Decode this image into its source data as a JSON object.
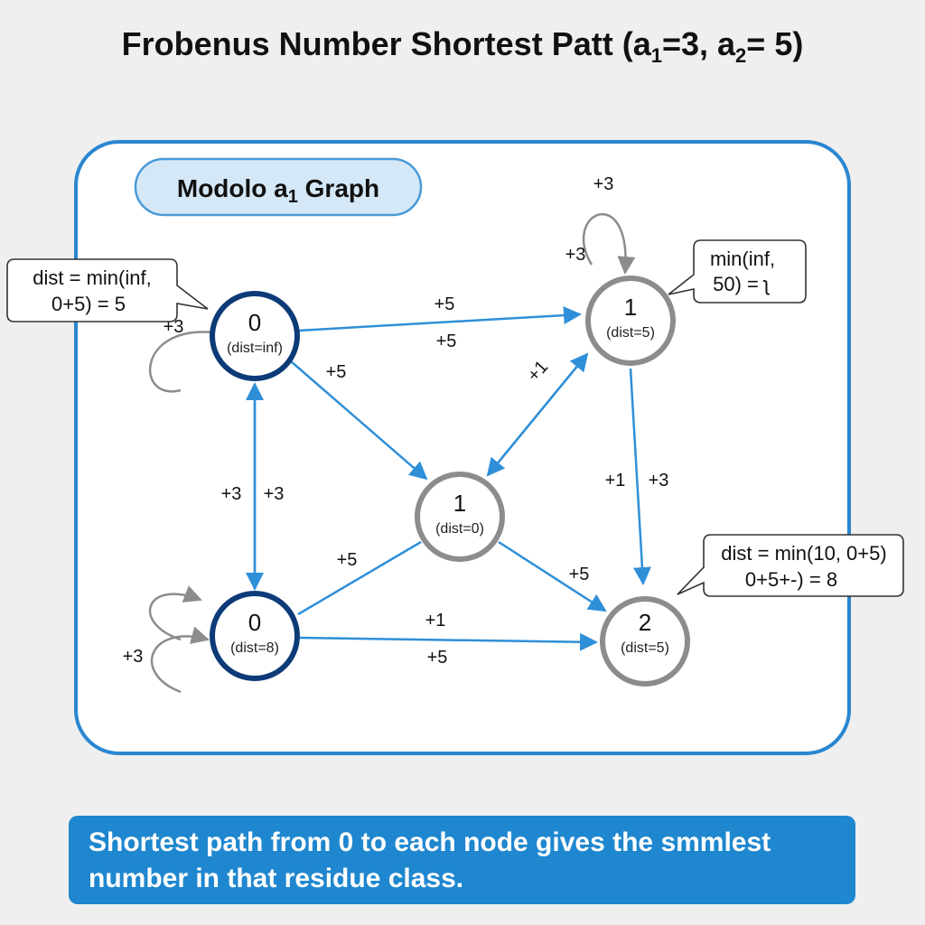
{
  "title": {
    "main": "Frobenus Number Shortest Patt (a",
    "sub1": "1",
    "mid": "=3, a",
    "sub2": "2",
    "end": "= 5)"
  },
  "graph_label": {
    "main": "Modolo a",
    "sub": "1",
    "end": " Graph"
  },
  "nodes": [
    {
      "id": "n0_top",
      "label": "0",
      "sub": "(dist=inf)",
      "color": "#0d3b78"
    },
    {
      "id": "n1_top",
      "label": "1",
      "sub": "(dist=5)",
      "color": "#8c8c8c"
    },
    {
      "id": "n1_mid",
      "label": "1",
      "sub": "(dist=0)",
      "color": "#8c8c8c"
    },
    {
      "id": "n0_bot",
      "label": "0",
      "sub": "(dist=8)",
      "color": "#0d3b78"
    },
    {
      "id": "n2_bot",
      "label": "2",
      "sub": "(dist=5)",
      "color": "#8c8c8c"
    }
  ],
  "edge_labels": {
    "top_a": "+5",
    "top_b": "+5",
    "diag_left": "+5",
    "diag_right": "+1",
    "left_a": "+3",
    "left_b": "+3",
    "right_a": "+1",
    "right_b": "+3",
    "mid_left": "+5",
    "mid_right": "+5",
    "bot_a": "+1",
    "bot_b": "+5",
    "loop_top_a": "+3",
    "loop_top_b": "+3",
    "loop_left": "+3",
    "loop_bot": "+3"
  },
  "callouts": {
    "left": {
      "line1": "dist = min(inf,",
      "line2": "0+5) = 5"
    },
    "top_right": {
      "line1": "min(inf,",
      "line2": "50) = ʅ"
    },
    "bottom_right": {
      "line1": "dist = min(10, 0+5)",
      "line2": "0+5+-) = 8"
    }
  },
  "footer": {
    "line1": "Shortest path from 0 to each node gives the smmlest",
    "line2": "number in that residue class."
  },
  "colors": {
    "frame": "#2a86d0",
    "edge": "#2f8fd8",
    "loop": "#8c8c8c",
    "dark_node": "#0d3b78",
    "light_node": "#8c8c8c",
    "footer_bg": "#1f87cf",
    "graph_label_bg": "#d4e8f8"
  }
}
